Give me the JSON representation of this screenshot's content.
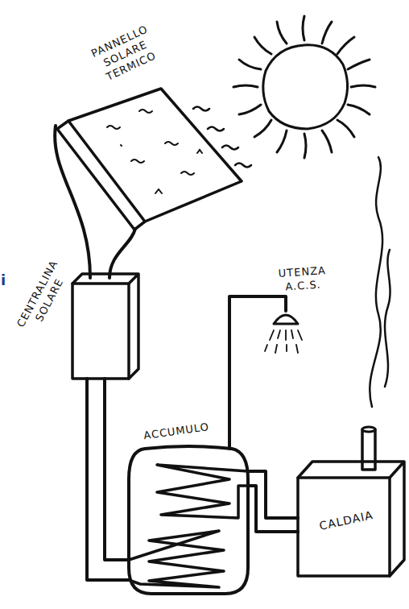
{
  "diagram": {
    "nodes": [
      {
        "text": [
          "PANNELLO SOLARE TERMICO"
        ]
      },
      {
        "text": [
          "CENTRALINA SOLARE"
        ]
      },
      {
        "text": [
          "UTENZA A.C.S."
        ]
      },
      {
        "text": [
          "ACCUMULO"
        ]
      },
      {
        "text": [
          "CALDAIA"
        ]
      }
    ],
    "edges": [
      {
        "from": 0,
        "to": 1,
        "arrow": "none"
      },
      {
        "from": 1,
        "to": 3,
        "arrow": "none"
      },
      {
        "from": 3,
        "to": 2,
        "arrow": "none"
      },
      {
        "from": 3,
        "to": 4,
        "arrow": "none"
      }
    ],
    "labels": [
      "i"
    ]
  }
}
